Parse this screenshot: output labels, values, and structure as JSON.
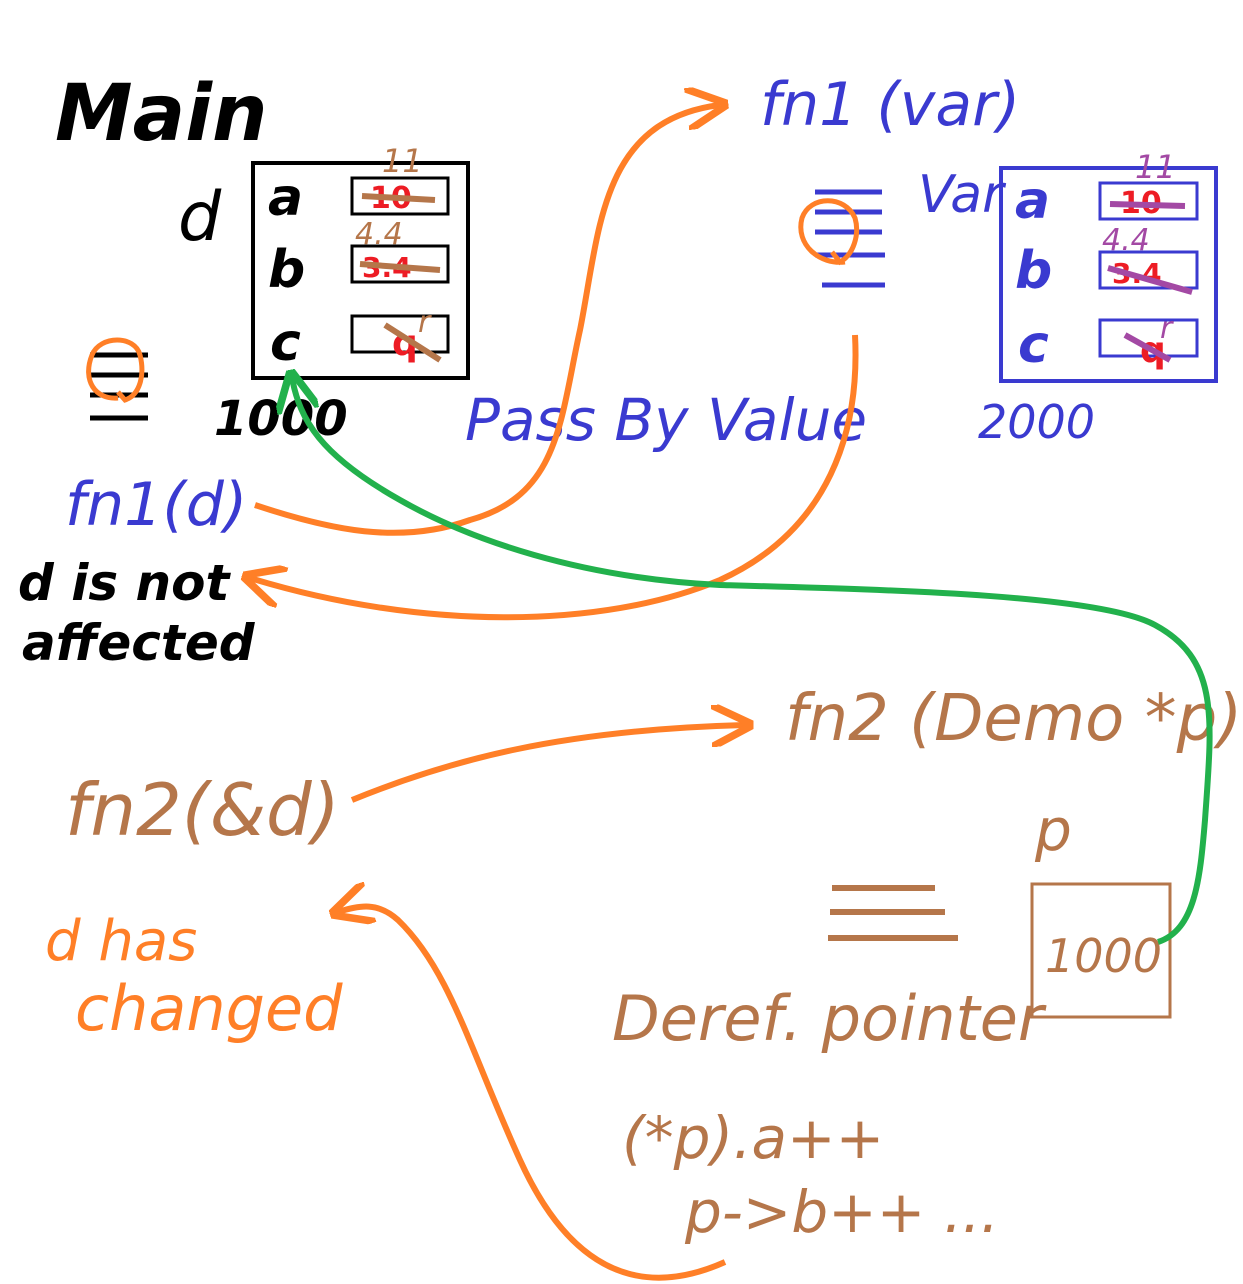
{
  "colors": {
    "main": "#000000",
    "fn1": "#3a3ad0",
    "fn2": "#b5764a",
    "arrow": "#ff7f27",
    "link": "#22b14c",
    "old": "#ed1c24",
    "purple": "#a349a4"
  },
  "main_frame": {
    "title": "Main",
    "var_name": "d",
    "address": "1000",
    "fields": [
      {
        "name": "a",
        "old": "10",
        "new": "11"
      },
      {
        "name": "b",
        "old": "3.4",
        "new": "4.4"
      },
      {
        "name": "c",
        "old": "q",
        "new": "r"
      }
    ]
  },
  "fn1_frame": {
    "signature": "fn1 (var)",
    "var_name": "Var",
    "address": "2000",
    "label": "Pass By Value",
    "fields": [
      {
        "name": "a",
        "old": "10",
        "new": "11"
      },
      {
        "name": "b",
        "old": "3.4",
        "new": "4.4"
      },
      {
        "name": "c",
        "old": "q",
        "new": "r"
      }
    ]
  },
  "calls": {
    "fn1_call": "fn1(d)",
    "fn1_result_line1": "d is not",
    "fn1_result_line2": "affected",
    "fn2_call": "fn2(&d)",
    "fn2_result_line1": "d has",
    "fn2_result_line2": "changed"
  },
  "fn2_frame": {
    "signature": "fn2 (Demo *p)",
    "pointer_name": "p",
    "pointer_value": "1000",
    "deref_label": "Deref. pointer",
    "stmt1": "(*p).a++",
    "stmt2": "p->b++ ..."
  }
}
